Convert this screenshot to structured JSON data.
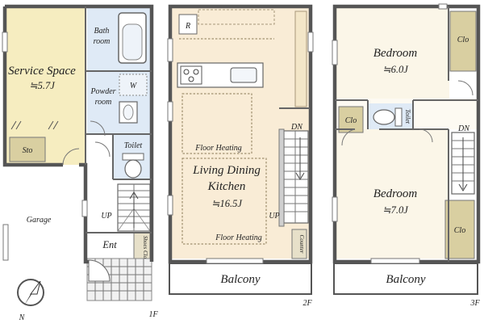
{
  "floors": {
    "f1": {
      "label": "1F",
      "rooms": {
        "service_name": "Service Space",
        "service_size": "≒5.7J",
        "storage": "Sto",
        "bath_line1": "Bath",
        "bath_line2": "room",
        "powder_line1": "Powder",
        "powder_line2": "room",
        "washer": "W",
        "toilet": "Toilet",
        "up": "UP",
        "entrance": "Ent",
        "shoes_closet": "Shoes Clo",
        "garage": "Garage"
      }
    },
    "f2": {
      "label": "2F",
      "rooms": {
        "fridge": "R",
        "floor_heating_1": "Floor Heating",
        "floor_heating_2": "Floor Heating",
        "ldk_line1": "Living Dining",
        "ldk_line2": "Kitchen",
        "ldk_size": "≒16.5J",
        "dn": "DN",
        "up": "UP",
        "counter": "Counter",
        "balcony": "Balcony"
      }
    },
    "f3": {
      "label": "3F",
      "rooms": {
        "bedroom1_name": "Bedroom",
        "bedroom1_size": "≒6.0J",
        "bedroom2_name": "Bedroom",
        "bedroom2_size": "≒7.0J",
        "closet_1": "Clo",
        "closet_2": "Clo",
        "closet_3": "Clo",
        "toilet": "Toilet",
        "dn": "DN",
        "balcony": "Balcony"
      }
    }
  },
  "compass": {
    "north": "N"
  },
  "colors": {
    "wet_area": "#dfeaf6",
    "service_space": "#f6edc0",
    "living": "#f9ecd6",
    "bedroom": "#fbf6e8",
    "storage": "#d9cfa1",
    "walls": "#555555"
  }
}
